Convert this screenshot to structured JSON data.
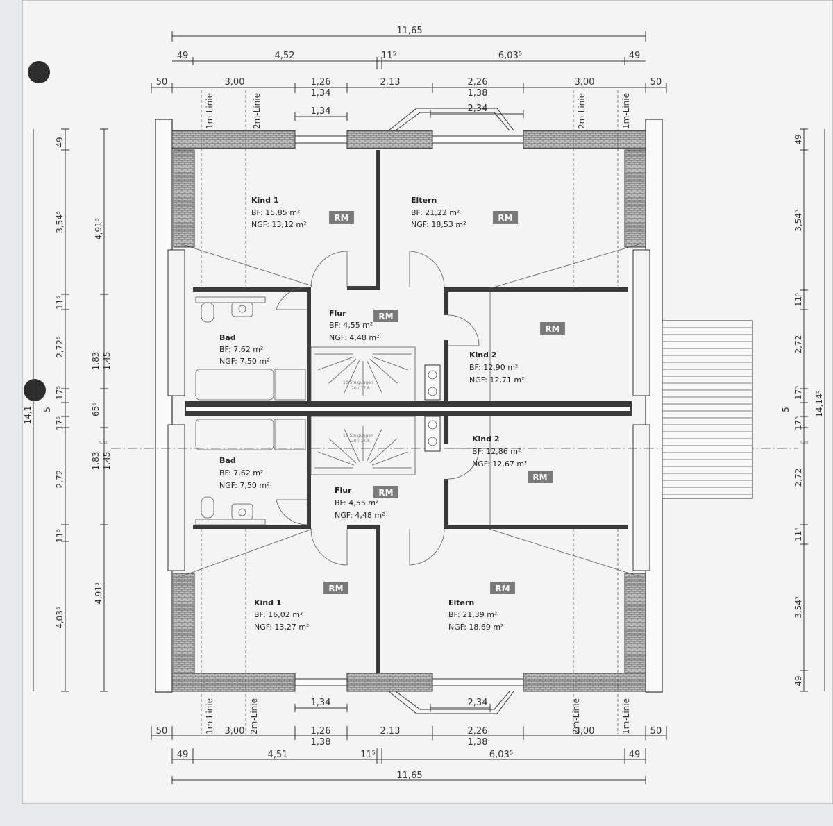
{
  "dims": {
    "top_total": "11,65",
    "top_row2": [
      "49",
      "4,52",
      "11⁵",
      "6,03⁵",
      "49"
    ],
    "top_row3": [
      "50",
      "3,00",
      "1,26",
      "1,34",
      "2,13",
      "2,26",
      "1,38",
      "3,00",
      "50"
    ],
    "top_row4": [
      "1,34",
      "2,34"
    ],
    "bottom_row1": [
      "1,34",
      "2,34"
    ],
    "bottom_row2": [
      "50",
      "3,00",
      "1,26",
      "1,38",
      "2,13",
      "2,26",
      "1,38",
      "3,00",
      "50"
    ],
    "bottom_row3": [
      "49",
      "4,51",
      "11⁵",
      "6,03⁵",
      "49"
    ],
    "bottom_total": "11,65",
    "left_outer": [
      "49",
      "3,54⁵",
      "11⁵",
      "2,72⁵",
      "17⁵",
      "5",
      "17⁵",
      "2,72",
      "11⁵",
      "4,03⁵"
    ],
    "left_total": "14,1",
    "left_inner": [
      "4,91⁵",
      "1,83",
      "1,45",
      "65⁵",
      "1,83",
      "1,45",
      "4,91⁵"
    ],
    "right_outer": [
      "49",
      "3,54⁵",
      "11⁵",
      "2,72",
      "17⁵",
      "5",
      "17⁵",
      "2,72",
      "11⁵",
      "3,54⁵",
      "49"
    ],
    "right_total": "14,14⁵",
    "section_label": "S-01"
  },
  "lines": {
    "one_m": "1m-Linie",
    "two_m": "2m-Linie"
  },
  "rm_label": "RM",
  "rooms": [
    {
      "name": "Kind 1",
      "bf": "BF:   15,85 m²",
      "ngf": "NGF: 13,12 m²"
    },
    {
      "name": "Eltern",
      "bf": "BF:   21,22 m²",
      "ngf": "NGF: 18,53 m²"
    },
    {
      "name": "Flur",
      "bf": "BF:   4,55 m²",
      "ngf": "NGF: 4,48 m²"
    },
    {
      "name": "Bad",
      "bf": "BF:   7,62 m²",
      "ngf": "NGF: 7,50 m²"
    },
    {
      "name": "Kind 2",
      "bf": "BF:   12,90 m²",
      "ngf": "NGF: 12,71 m²"
    },
    {
      "name": "Bad",
      "bf": "BF:   7,62 m²",
      "ngf": "NGF: 7,50 m²"
    },
    {
      "name": "Kind 2",
      "bf": "BF:   12,86 m²",
      "ngf": "NGF: 12,67 m²"
    },
    {
      "name": "Flur",
      "bf": "BF:   4,55 m²",
      "ngf": "NGF: 4,48 m²"
    },
    {
      "name": "Kind 1",
      "bf": "BF:   16,02 m²",
      "ngf": "NGF: 13,27 m²"
    },
    {
      "name": "Eltern",
      "bf": "BF:   21,39 m²",
      "ngf": "NGF: 18,69 m²"
    }
  ],
  "stairs": {
    "label": "16 Steigungen",
    "ratio": "20 / 17,6"
  }
}
